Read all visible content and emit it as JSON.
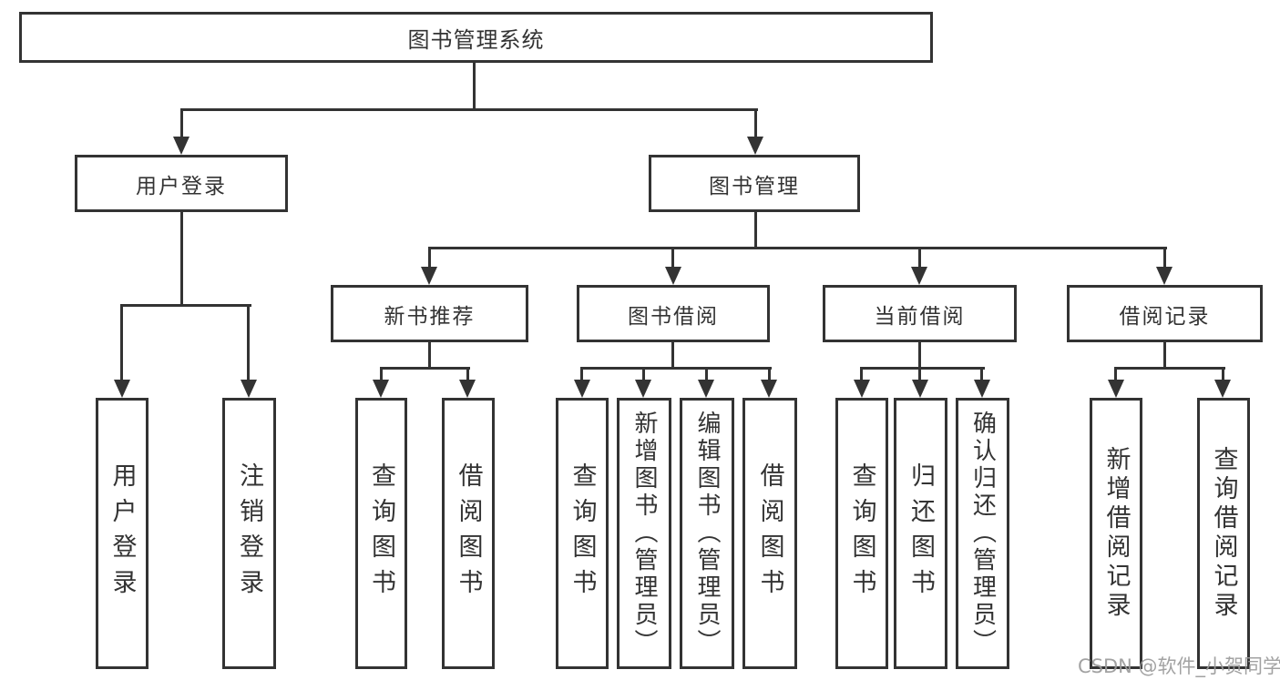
{
  "diagram": {
    "type": "hierarchy-tree",
    "tree": {
      "label": "图书管理系统",
      "children": [
        {
          "label": "用户登录",
          "children": [
            {
              "label": "用户登录"
            },
            {
              "label": "注销登录"
            }
          ]
        },
        {
          "label": "图书管理",
          "children": [
            {
              "label": "新书推荐",
              "children": [
                {
                  "label": "查询图书"
                },
                {
                  "label": "借阅图书"
                }
              ]
            },
            {
              "label": "图书借阅",
              "children": [
                {
                  "label": "查询图书"
                },
                {
                  "label": "新增图书（管理员）"
                },
                {
                  "label": "编辑图书（管理员）"
                },
                {
                  "label": "借阅图书"
                }
              ]
            },
            {
              "label": "当前借阅",
              "children": [
                {
                  "label": "查询图书"
                },
                {
                  "label": "归还图书"
                },
                {
                  "label": "确认归还（管理员）"
                }
              ]
            },
            {
              "label": "借阅记录",
              "children": [
                {
                  "label": "新增借阅记录"
                },
                {
                  "label": "查询借阅记录"
                }
              ]
            }
          ]
        }
      ]
    },
    "colors": {
      "line": "#333333",
      "background": "#ffffff",
      "box_fill": "#ffffff",
      "text": "#333333",
      "watermark": "#9b9b9b"
    }
  },
  "watermark": {
    "text": "CSDN @软件_小贺同学"
  }
}
